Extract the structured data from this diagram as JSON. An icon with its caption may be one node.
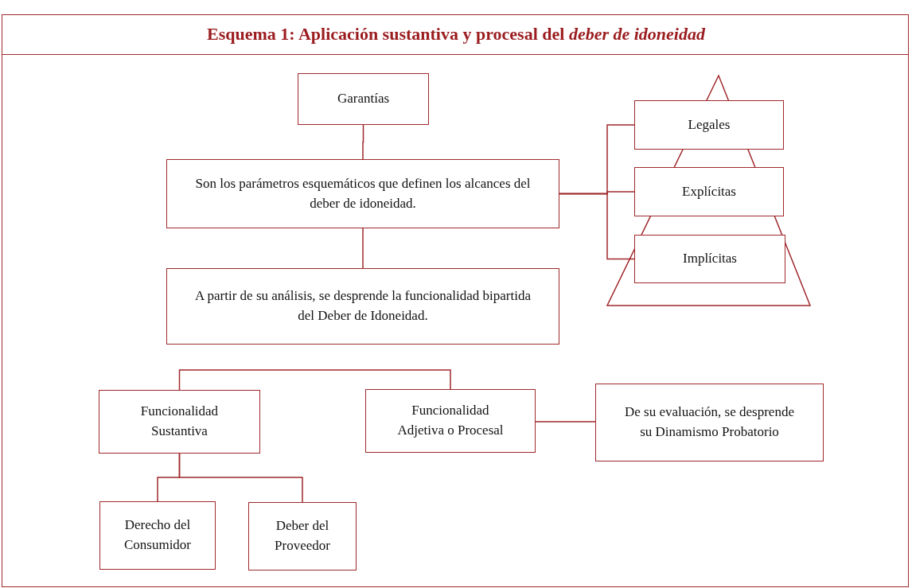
{
  "diagram": {
    "title": "Esquema 1: Aplicación sustantiva y procesal del *deber de idoneidad*",
    "nodes": [
      {
        "text": [
          "Garantías"
        ]
      },
      {
        "text": [
          "Son los parámetros esquemáticos que definen los alcances del deber de idoneidad."
        ]
      },
      {
        "text": [
          "A partir de su análisis, se desprende la funcionalidad bipartida del Deber de Idoneidad."
        ]
      },
      {
        "text": [
          "Legales"
        ]
      },
      {
        "text": [
          "Explícitas"
        ]
      },
      {
        "text": [
          "Implícitas"
        ]
      },
      {
        "text": [
          "Funcionalidad Sustantiva"
        ]
      },
      {
        "text": [
          "Funcionalidad Adjetiva o Procesal"
        ]
      },
      {
        "text": [
          "De su evaluación, se desprende su Dinamismo Probatorio"
        ]
      },
      {
        "text": [
          "Derecho del Consumidor"
        ]
      },
      {
        "text": [
          "Deber del Proveedor"
        ]
      }
    ],
    "edges": [
      {
        "from": 0,
        "to": 1,
        "arrow": "none"
      },
      {
        "from": 1,
        "to": 2,
        "arrow": "none"
      },
      {
        "from": 1,
        "to": 3,
        "arrow": "none"
      },
      {
        "from": 1,
        "to": 4,
        "arrow": "none"
      },
      {
        "from": 1,
        "to": 5,
        "arrow": "none"
      },
      {
        "from": 6,
        "to": 7,
        "arrow": "none"
      },
      {
        "from": 7,
        "to": 8,
        "arrow": "none"
      },
      {
        "from": 6,
        "to": 9,
        "arrow": "none"
      },
      {
        "from": 6,
        "to": 10,
        "arrow": "none"
      }
    ]
  }
}
